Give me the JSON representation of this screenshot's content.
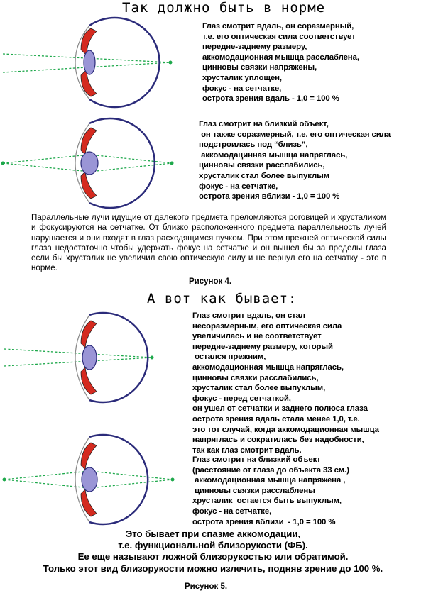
{
  "headings": {
    "normal": "Так должно быть в норме",
    "abnormal": "А вот как бывает:"
  },
  "descriptions": {
    "normal_far": "Глаз смотрит вдаль, он соразмерный,\nт.е. его оптическая сила соответствует\nпередне-заднему размеру,\nаккомодационная мышца расслаблена,\nцинновы связки напряжены,\nхрусталик уплощен,\nфокус - на сетчатке,\nострота зрения вдаль - 1,0 = 100 %",
    "normal_near": "Глаз смотрит на близкий объект,\n он также соразмерный, т.е. его оптическая сила\nподстроилась под “близь”,\n аккомодацинная мышца напряглась,\nцинновы связки расслабились,\nхрусталик стал более выпуклым\nфокус - на сетчатке,\nострота зрения вблизи - 1,0 = 100 %",
    "spasm_far": "Глаз смотрит вдаль, он стал\nнесоразмерным, его оптическая сила\nувеличилась и не соответствует\nпередне-заднему размеру, который\n остался прежним,\nаккомодационная мышца напряглась,\nцинновы связки расслабились,\nхрусталик стал более выпуклым,\nфокус - перед сетчаткой,\nон ушел от сетчатки и заднего полюса глаза\nострота зрения вдаль стала менее 1,0, т.е.\nэто тот случай, когда аккомодационная мышца\nнапряглась и сократилась без надобности,\nтак как глаз смотрит вдаль.",
    "spasm_near": "Глаз смотрит на близкий объект\n(расстояние от глаза до объекта 33 см.)\n аккомодационная мышца напряжена ,\n цинновы связки расслаблены\nхрусталик  остается быть выпуклым,\nфокус - на сетчатке,\nострота зрения вблизи  - 1,0 = 100 %"
  },
  "paragraph": "Параллельные лучи идущие от далекого предмета преломляются роговицей и хрусталиком и фокусируются на сетчатке. От близко расположенного предмета параллельность лучей нарушается и они входят в глаз расходящимся пучком. При этом прежней оптической силы  глаза недостаточно чтобы  удержать фокус на сетчатке и он вышел бы за пределы глаза если бы хрусталик не увеличил свою оптическую силу и не вернул его на сетчатку - это в норме.",
  "captions": {
    "figure4": "Рисунок 4.",
    "figure5": "Рисунок 5."
  },
  "summary": {
    "line1": "Это бывает при спазме аккомодации,",
    "line2": "т.е.  функциональной близорукости (ФБ).",
    "line3": "Ее еще называют ложной близорукостью или обратимой.",
    "line4": "Только этот вид близорукости можно излечить, подняв зрение до 100 %."
  },
  "colors": {
    "sclera": "#2b2b7a",
    "muscle": "#d42a1f",
    "lens": "#9a95d6",
    "rays": "#1ea84b",
    "iris": "#7a7a7a"
  }
}
